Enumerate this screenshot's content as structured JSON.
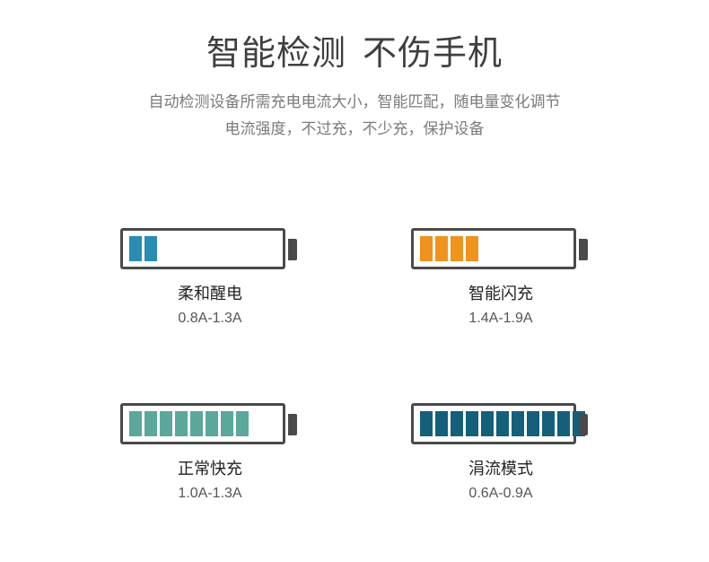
{
  "header": {
    "title_part1": "智能检测",
    "title_part2": "不伤手机",
    "subtitle_line1": "自动检测设备所需充电电流大小，智能匹配，随电量变化调节",
    "subtitle_line2": "电流强度，不过充，不少充，保护设备"
  },
  "modes": [
    {
      "name": "柔和醒电",
      "range": "0.8A-1.3A",
      "bars": 2,
      "color": "#2a8bb3"
    },
    {
      "name": "智能闪充",
      "range": "1.4A-1.9A",
      "bars": 4,
      "color": "#f0931e"
    },
    {
      "name": "正常快充",
      "range": "1.0A-1.3A",
      "bars": 8,
      "color": "#5ba79b"
    },
    {
      "name": "涓流模式",
      "range": "0.6A-0.9A",
      "bars": 11,
      "color": "#145f7a"
    }
  ]
}
